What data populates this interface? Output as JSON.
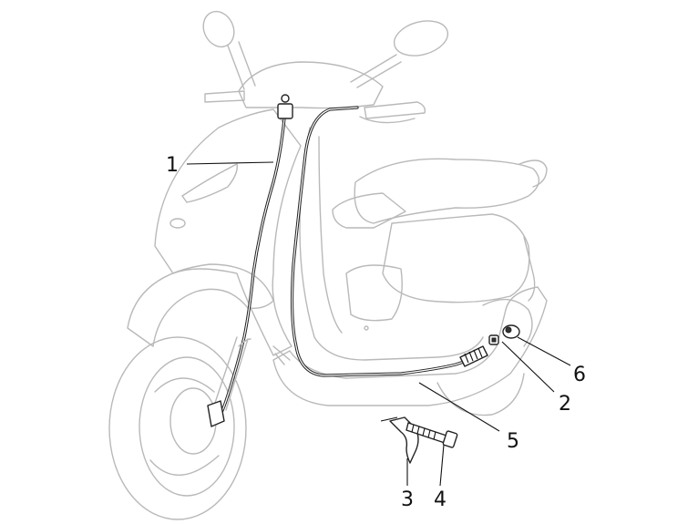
{
  "callouts": [
    {
      "id": "1",
      "label": "1"
    },
    {
      "id": "2",
      "label": "2"
    },
    {
      "id": "3",
      "label": "3"
    },
    {
      "id": "4",
      "label": "4"
    },
    {
      "id": "5",
      "label": "5"
    },
    {
      "id": "6",
      "label": "6"
    }
  ],
  "colors": {
    "background": "#ffffff",
    "scooter_outline": "#b9b9b9",
    "cable": "#222222",
    "label": "#111111"
  }
}
